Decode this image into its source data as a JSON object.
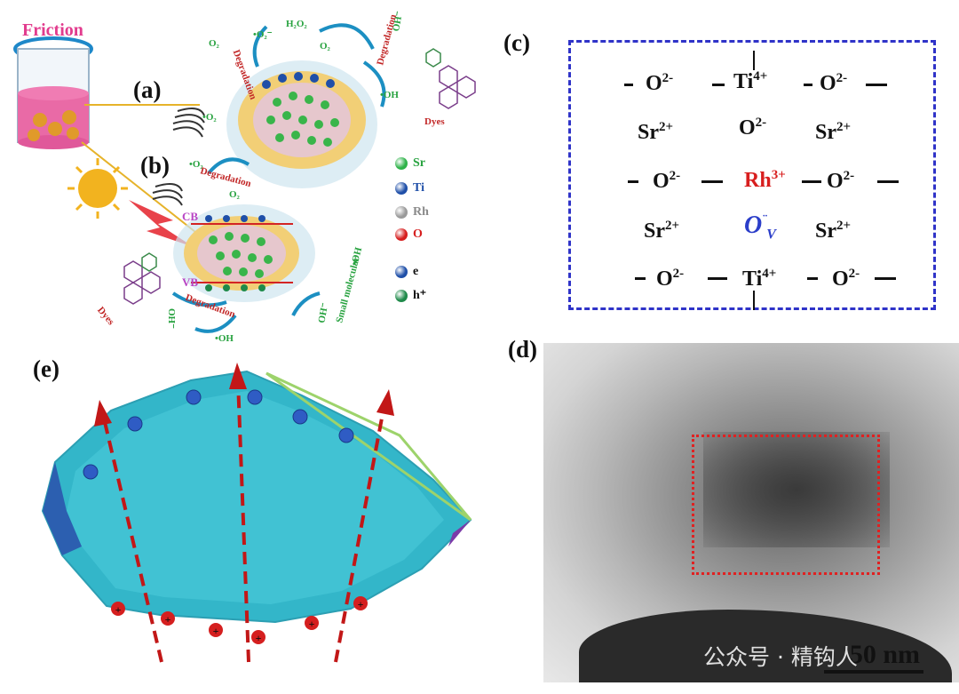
{
  "panels": {
    "a": "(a)",
    "b": "(b)",
    "c": "(c)",
    "d": "(d)",
    "e": "(e)"
  },
  "schematic": {
    "friction_label": "Friction",
    "h2o2": "H₂O₂",
    "oh_minus_top": "OH⁻",
    "o2_1": "O₂",
    "o2_2": "O₂",
    "o2_rad_1": "•O₂⁻",
    "o2_rad_2": "•O₂",
    "o2_rad_3": "•O₂",
    "o2_b": "O₂",
    "oh_rad_1": "•OH",
    "oh_rad_2": "•OH",
    "oh_rad_3": "•OH",
    "degradation_1": "Degradation",
    "degradation_2": "Degradation",
    "degradation_3": "Degradation",
    "degradation_4": "Degradation",
    "dyes_1": "Dyes",
    "dyes_2": "Dyes",
    "cb": "CB",
    "vb": "VB",
    "oh_minus_bottom_1": "OH⁻",
    "oh_minus_bottom_2": "OH⁻",
    "small_molecular": "Small molecular"
  },
  "legend": [
    {
      "label": "Sr",
      "color": "#2fb34a",
      "text_color": "#27a23f"
    },
    {
      "label": "Ti",
      "color": "#1f4fa8",
      "text_color": "#1f4fa8"
    },
    {
      "label": "Rh",
      "color": "#9a9a9a",
      "text_color": "#8a8a8a"
    },
    {
      "label": "O",
      "color": "#d61f1f",
      "text_color": "#d61f1f"
    },
    {
      "label": "e",
      "color": "#1f4fa8",
      "text_color": "#111111"
    },
    {
      "label": "h⁺",
      "color": "#1f8a4a",
      "text_color": "#111111"
    }
  ],
  "lattice": {
    "row1": [
      "O",
      "Ti",
      "O"
    ],
    "row1_sup": [
      "2-",
      "4+",
      "2-"
    ],
    "row2": [
      "Sr",
      "O",
      "Sr"
    ],
    "row2_sup": [
      "2+",
      "2-",
      "2+"
    ],
    "row3": [
      "O",
      "Rh",
      "O"
    ],
    "row3_sup": [
      "2-",
      "3+",
      "2-"
    ],
    "row4": [
      "Sr",
      "O",
      "Sr"
    ],
    "row4_sup": [
      "2+",
      "¨",
      "2+"
    ],
    "row4_sub": "V",
    "row5": [
      "O",
      "Ti",
      "O"
    ],
    "row5_sup": [
      "2-",
      "4+",
      "2-"
    ]
  },
  "tem": {
    "scale_label": "50 nm"
  },
  "watermark": "公众号 · 精钩人",
  "colors": {
    "lattice_border": "#2f33c8",
    "rh_red": "#d81e1e",
    "ov_blue": "#2b3ec9",
    "crystal": "#35b9cf",
    "arrow_red": "#c21717"
  }
}
